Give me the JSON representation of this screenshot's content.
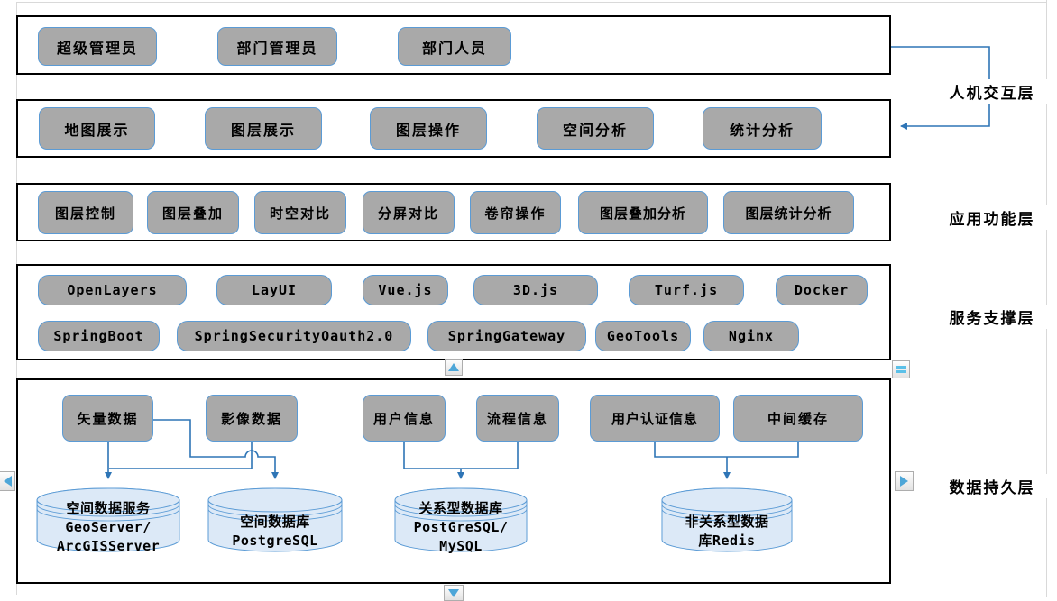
{
  "colors": {
    "button_fill": "#a9a9a9",
    "button_border": "#5b9bd5",
    "layer_border": "#000000",
    "connector": "#2e75b6",
    "cylinder_fill": "#dce9f7",
    "cylinder_border": "#5b9bd5",
    "control_arrow": "#4da6d8"
  },
  "side_labels": {
    "interaction": "人机交互层",
    "application": "应用功能层",
    "service": "服务支撑层",
    "data": "数据持久层"
  },
  "roles": {
    "items": [
      "超级管理员",
      "部门管理员",
      "部门人员"
    ]
  },
  "functions": {
    "items": [
      "地图展示",
      "图层展示",
      "图层操作",
      "空间分析",
      "统计分析"
    ]
  },
  "features": {
    "items": [
      "图层控制",
      "图层叠加",
      "时空对比",
      "分屏对比",
      "卷帘操作",
      "图层叠加分析",
      "图层统计分析"
    ]
  },
  "services": {
    "row1": [
      "OpenLayers",
      "LayUI",
      "Vue.js",
      "3D.js",
      "Turf.js",
      "Docker"
    ],
    "row2": [
      "SpringBoot",
      "SpringSecurityOauth2.0",
      "SpringGateway",
      "GeoTools",
      "Nginx"
    ]
  },
  "data_layer": {
    "sources": [
      "矢量数据",
      "影像数据",
      "用户信息",
      "流程信息",
      "用户认证信息",
      "中间缓存"
    ],
    "stores": [
      {
        "line1": "空间数据服务",
        "line2": "GeoServer/",
        "line3": "ArcGISServer"
      },
      {
        "line1": "空间数据库",
        "line2": "PostgreSQL",
        "line3": ""
      },
      {
        "line1": "关系型数据库",
        "line2": "PostGreSQL/",
        "line3": "MySQL"
      },
      {
        "line1": "非关系型数据",
        "line2": "库Redis",
        "line3": ""
      }
    ]
  },
  "controls": {
    "up": "scroll-up",
    "pan": "pan-handle",
    "left": "scroll-left",
    "right": "scroll-right",
    "down": "scroll-down"
  }
}
